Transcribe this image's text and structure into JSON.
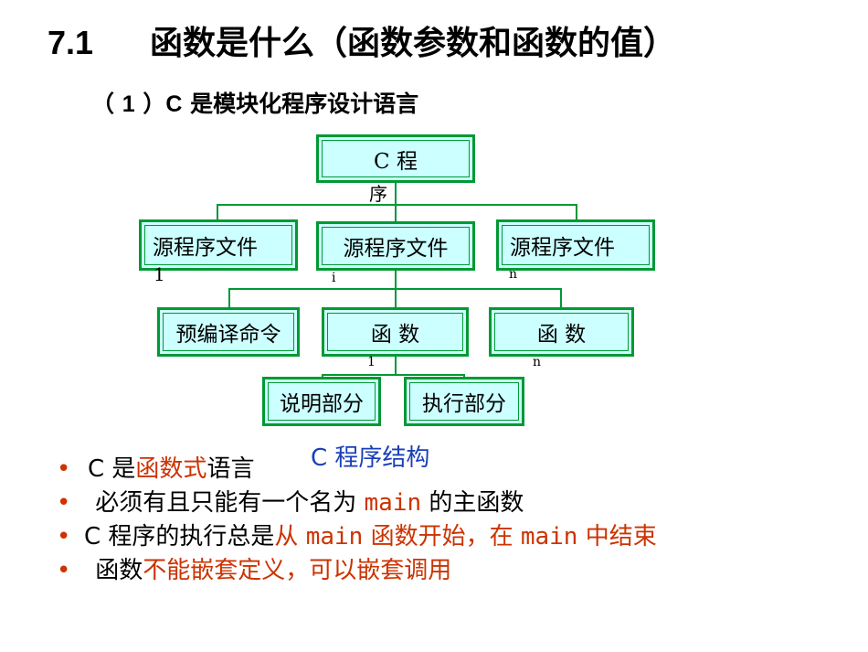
{
  "title": {
    "number": "7.1",
    "text": "函数是什么（函数参数和函数的值）"
  },
  "subtitle": {
    "open": "（ ",
    "num": "1",
    "close": " ）",
    "c": "C",
    "text": " 是模块化程序设计语言"
  },
  "diagram": {
    "root": {
      "line1": "C   程",
      "overflow": "序"
    },
    "files": [
      {
        "label": "源程序文件",
        "overflow": "1"
      },
      {
        "label": "源程序文件",
        "overflow": "i"
      },
      {
        "label": "源程序文件",
        "overflow": "n"
      }
    ],
    "level3": [
      {
        "label": "预编译命令"
      },
      {
        "label": "函 数",
        "overflow": "1"
      },
      {
        "label": "函 数",
        "overflow": "n"
      }
    ],
    "level4": [
      {
        "label": "说明部分"
      },
      {
        "label": "执行部分"
      }
    ],
    "caption": "C 程序结构"
  },
  "bullets": [
    {
      "dot": "•",
      "parts": [
        "C 是",
        "函数式",
        "语言"
      ]
    },
    {
      "dot": "•",
      "parts": [
        "必须有且只能有一个名为 ",
        "main",
        " 的主函数"
      ]
    },
    {
      "dot": "•",
      "parts": [
        "C 程序的执行总是",
        "从 ",
        "main",
        " 函数开始，在 ",
        "main",
        " 中结束"
      ]
    },
    {
      "dot": "•",
      "parts": [
        "函数",
        "不能嵌套定义，可以嵌套调用"
      ]
    }
  ],
  "colors": {
    "box_fill": "#ccffff",
    "box_border": "#009933",
    "accent_red": "#cc3300",
    "caption_blue": "#1a3fb8"
  }
}
